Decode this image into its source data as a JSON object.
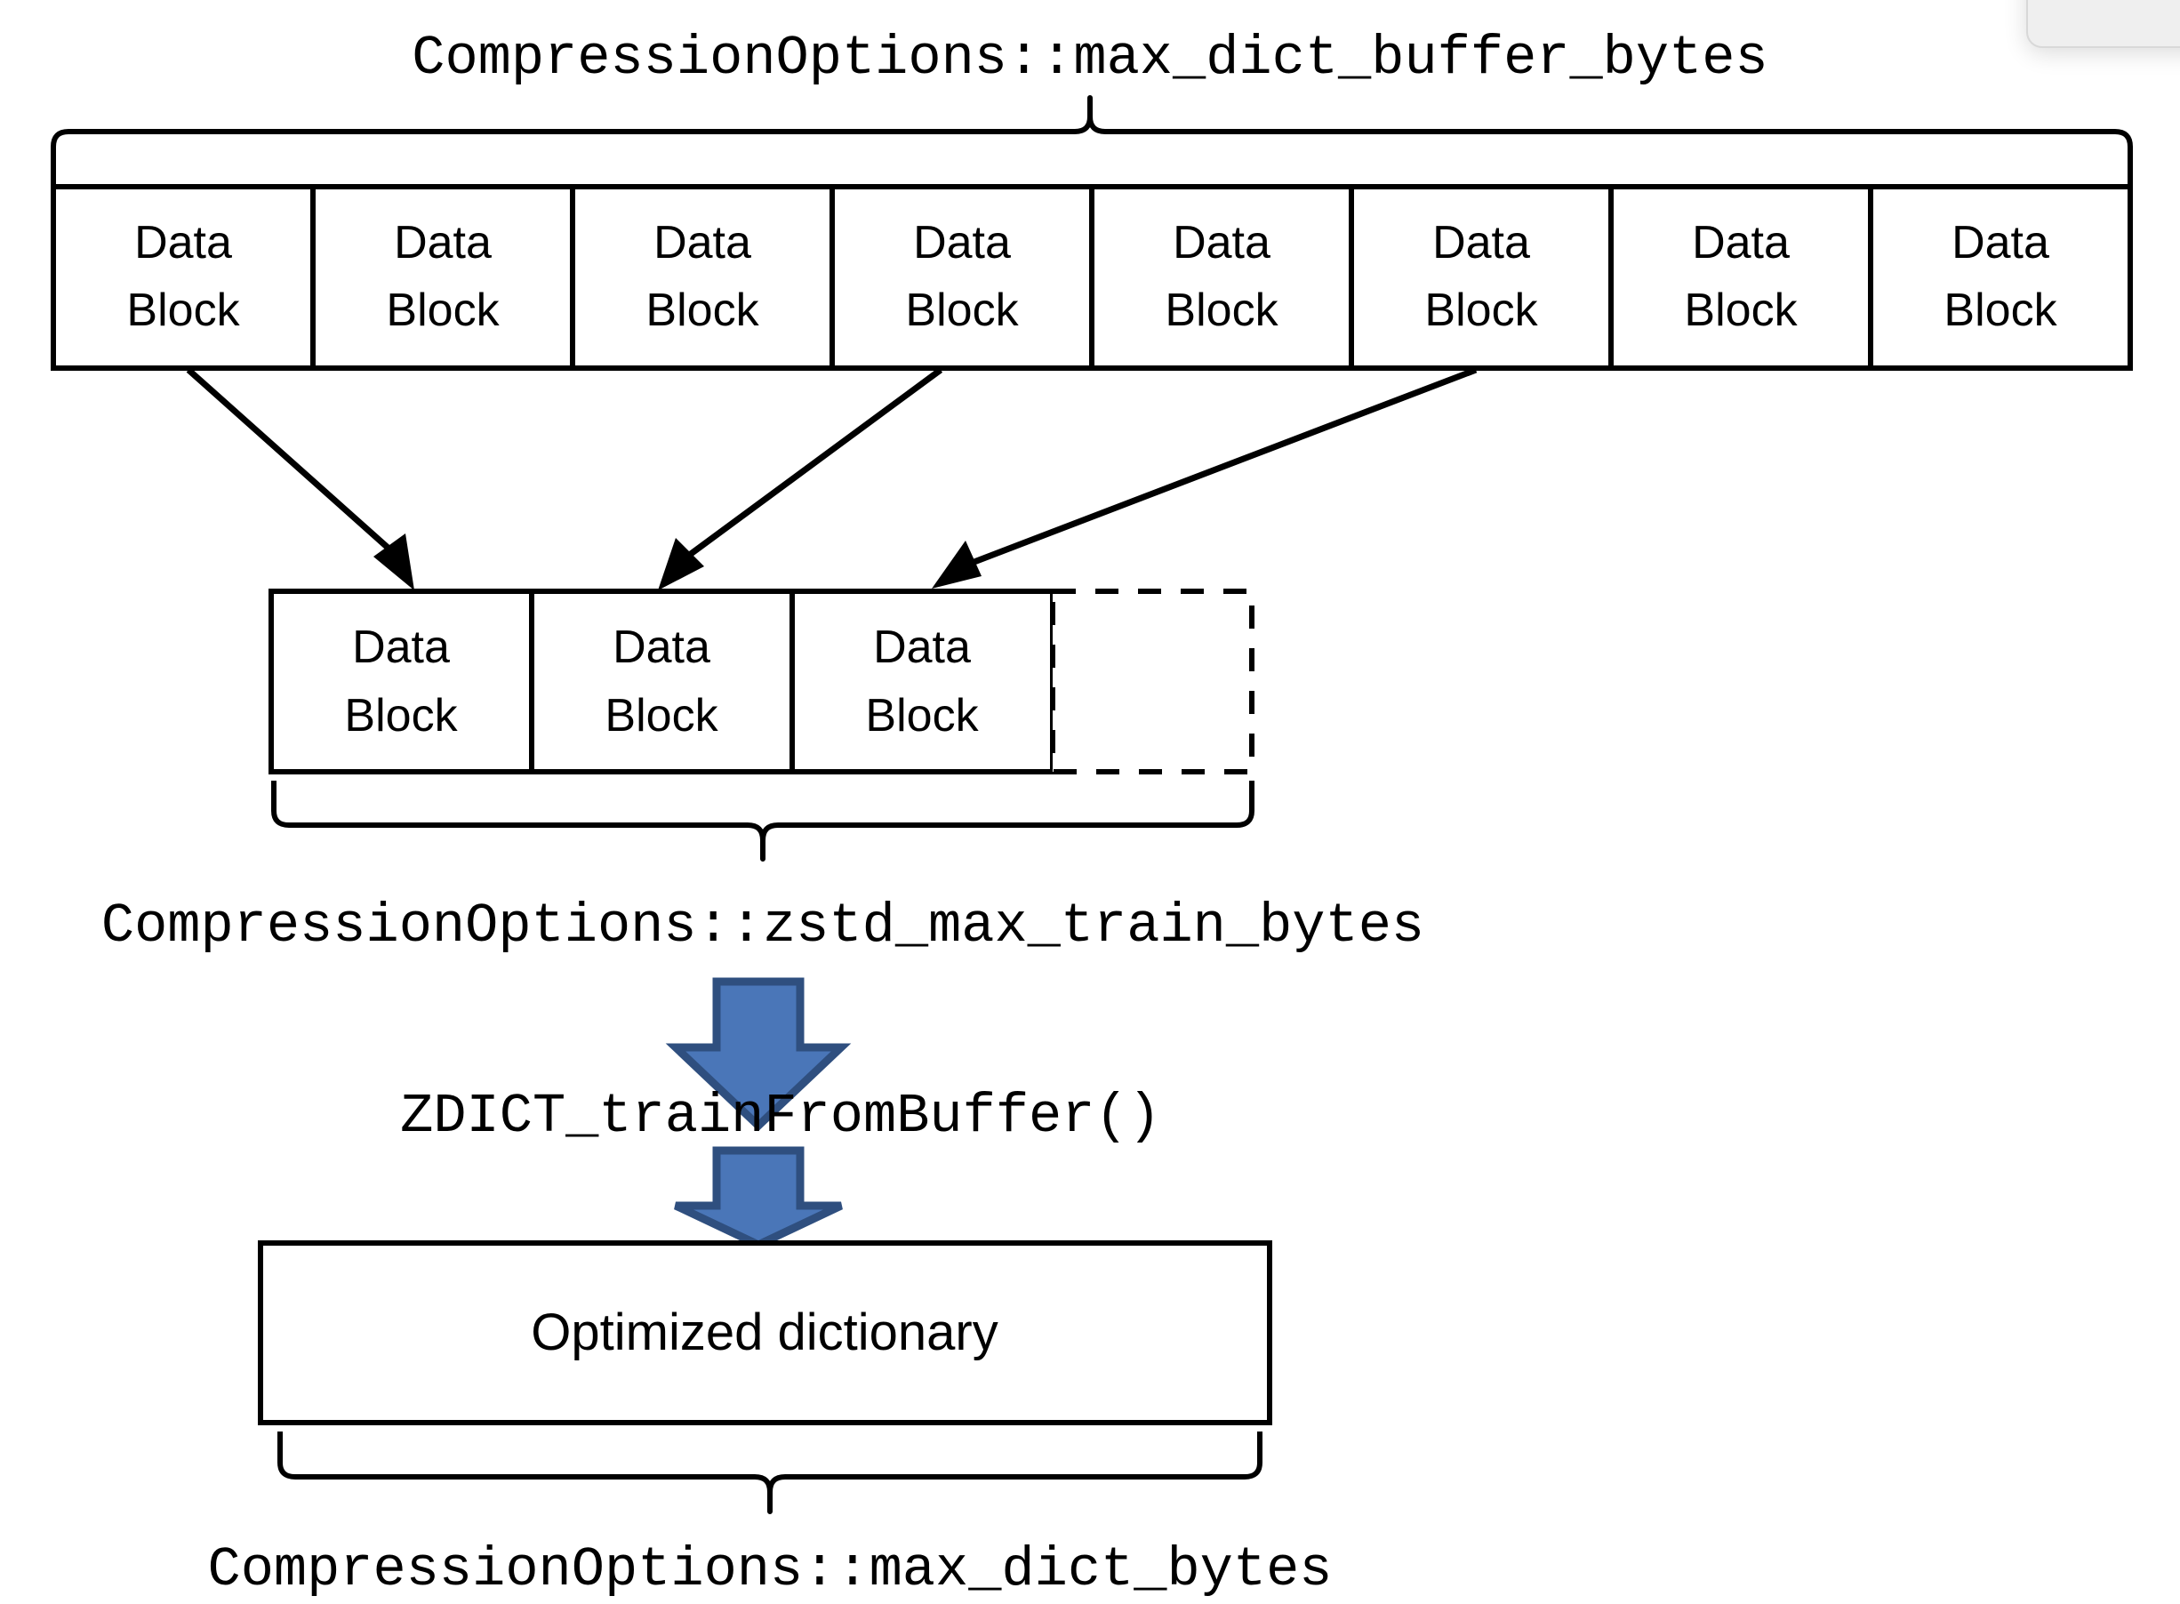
{
  "diagram": {
    "title_top": "CompressionOptions::max_dict_buffer_bytes",
    "label_middle": "CompressionOptions::zstd_max_train_bytes",
    "label_function": "ZDICT_trainFromBuffer()",
    "label_bottom": "CompressionOptions::max_dict_bytes",
    "dictionary_box_label": "Optimized dictionary",
    "block_label_line1": "Data",
    "block_label_line2": "Block",
    "top_row": {
      "count": 8,
      "blocks": [
        {
          "line1": "Data",
          "line2": "Block"
        },
        {
          "line1": "Data",
          "line2": "Block"
        },
        {
          "line1": "Data",
          "line2": "Block"
        },
        {
          "line1": "Data",
          "line2": "Block"
        },
        {
          "line1": "Data",
          "line2": "Block"
        },
        {
          "line1": "Data",
          "line2": "Block"
        },
        {
          "line1": "Data",
          "line2": "Block"
        },
        {
          "line1": "Data",
          "line2": "Block"
        }
      ]
    },
    "sampled_row": {
      "count": 3,
      "empty_slots": 1,
      "blocks": [
        {
          "line1": "Data",
          "line2": "Block"
        },
        {
          "line1": "Data",
          "line2": "Block"
        },
        {
          "line1": "Data",
          "line2": "Block"
        }
      ]
    },
    "sampling_arrows": 3,
    "flow_arrows": 2,
    "colors": {
      "stroke": "#000000",
      "background": "#ffffff",
      "flow_arrow_fill": "#4a76b8",
      "flow_arrow_stroke": "#2f4f7f",
      "corner_panel_fill": "#efefef"
    }
  }
}
